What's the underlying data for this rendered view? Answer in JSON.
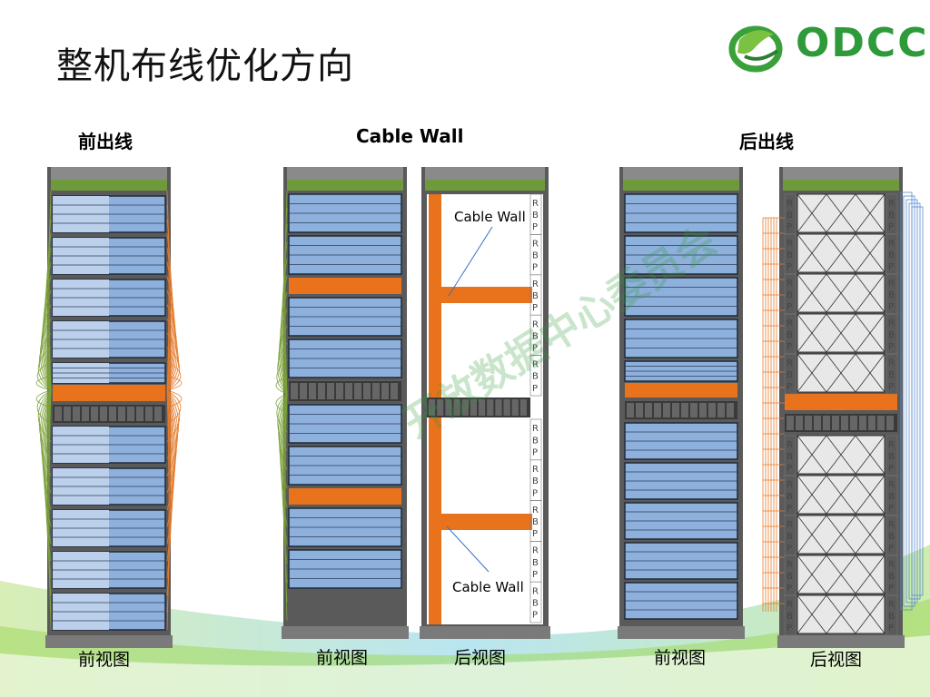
{
  "title": "整机布线优化方向",
  "logo": {
    "text": "ODCC"
  },
  "sections": {
    "front": "前出线",
    "cablewall": "Cable Wall",
    "rear": "后出线"
  },
  "views": {
    "front1": "前视图",
    "front2": "前视图",
    "rear2": "后视图",
    "front3": "前视图",
    "rear3": "后视图"
  },
  "callouts": {
    "top": "Cable Wall",
    "bottom": "Cable Wall"
  },
  "rbp_letters": [
    "R",
    "B",
    "P"
  ],
  "watermark": "开放数据中心委员会",
  "colors": {
    "rack_frame": "#4a4a4a",
    "rack_top_green": "#6e9a3c",
    "server_blue": "#8eb0dc",
    "server_light": "#bcd0ec",
    "orange": "#e8731c",
    "cable_green": "#7aa23a",
    "cable_orange": "#e57a2a",
    "switch_dark": "#3a3a3a"
  }
}
